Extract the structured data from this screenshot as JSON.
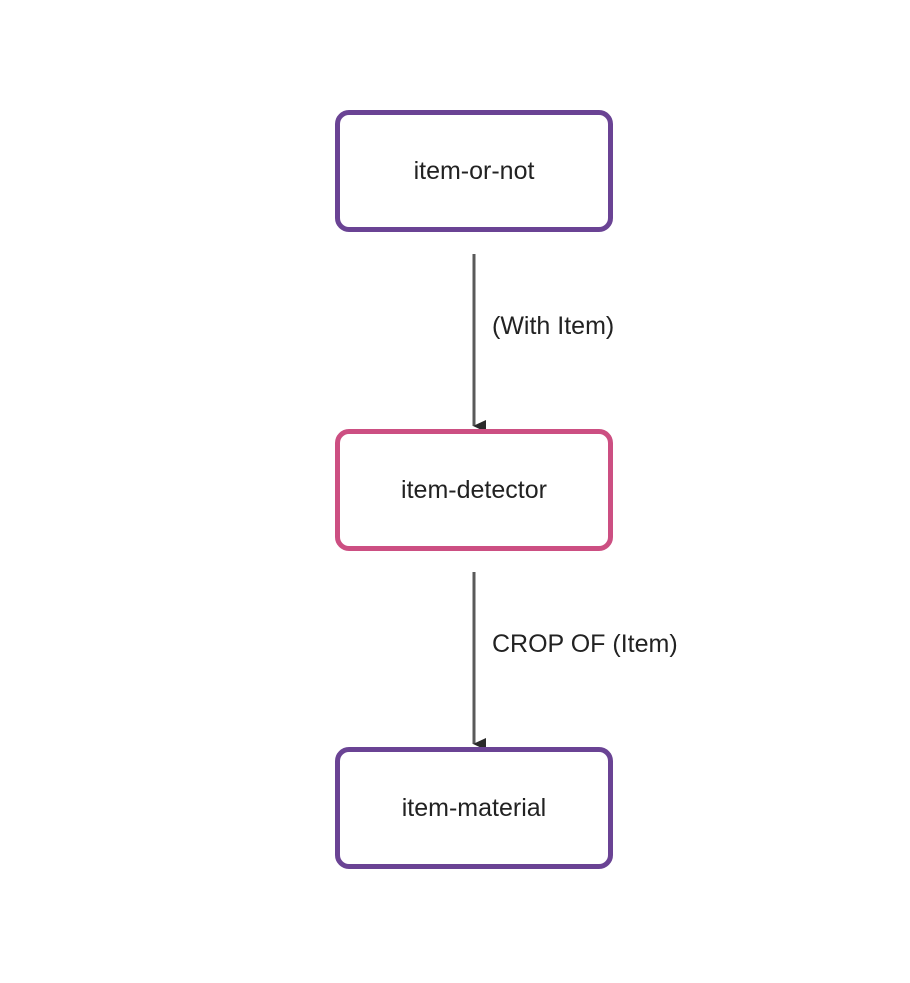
{
  "colors": {
    "node_purple": "#6a4394",
    "node_pink": "#cc4f82",
    "edge": "#5a5a5a",
    "text": "#222222",
    "background": "#ffffff"
  },
  "nodes": [
    {
      "id": "item-or-not",
      "label": "item-or-not",
      "border_color": "#6a4394"
    },
    {
      "id": "item-detector",
      "label": "item-detector",
      "border_color": "#cc4f82"
    },
    {
      "id": "item-material",
      "label": "item-material",
      "border_color": "#6a4394"
    }
  ],
  "edges": [
    {
      "from": "item-or-not",
      "to": "item-detector",
      "label": "(With Item)"
    },
    {
      "from": "item-detector",
      "to": "item-material",
      "label": "CROP OF (Item)"
    }
  ]
}
